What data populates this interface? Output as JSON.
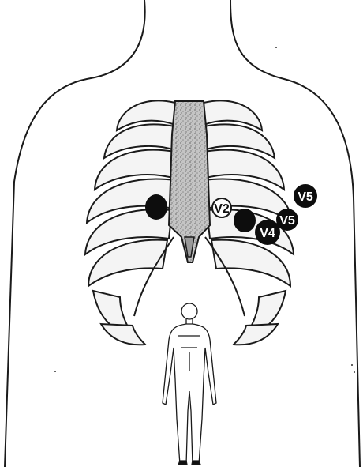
{
  "electrodes": [
    {
      "id": "V1",
      "label": ""
    },
    {
      "id": "V2",
      "label": "V2"
    },
    {
      "id": "V3",
      "label": ""
    },
    {
      "id": "V4",
      "label": "V4"
    },
    {
      "id": "V5",
      "label": "V5"
    },
    {
      "id": "V6",
      "label": "V5"
    }
  ],
  "colors": {
    "outline": "#1a1a1a",
    "electrode": "#0d0d0d",
    "sternum_fill": "#b5b5b5",
    "rib_fill": "#f4f4f4"
  }
}
